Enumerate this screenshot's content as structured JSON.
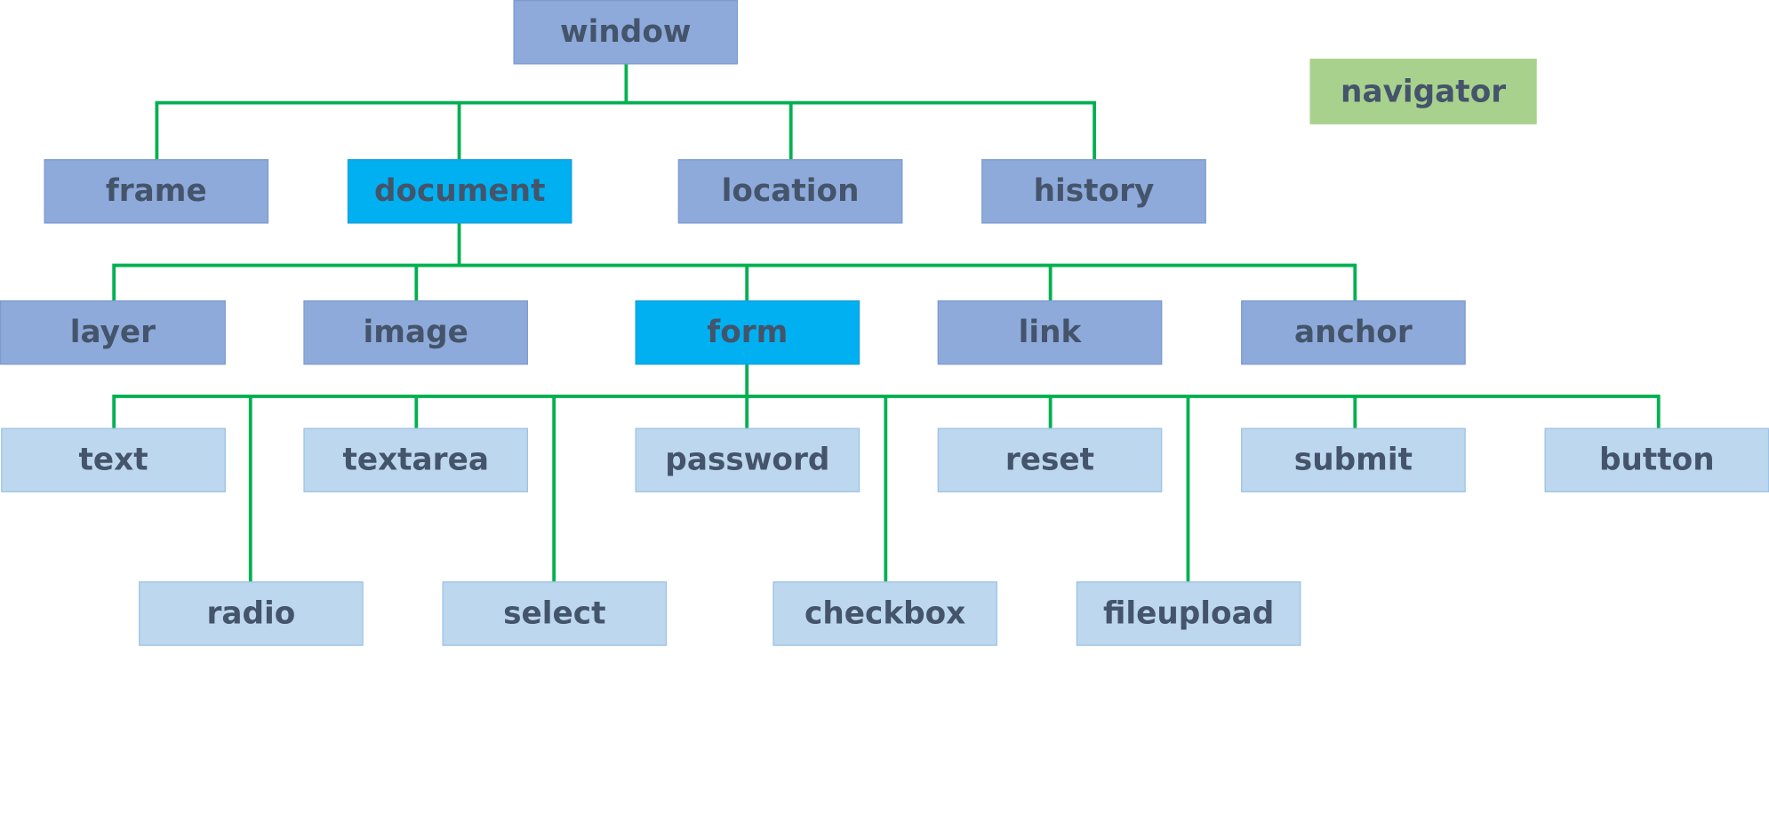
{
  "diagram": {
    "colors": {
      "connector": "#00b050",
      "node_default": "#8eaadb",
      "node_highlight": "#00b0f0",
      "node_leaf": "#bdd7ee",
      "node_standalone": "#a9d18e",
      "text": "#44546a"
    },
    "nodes": {
      "window": "window",
      "navigator": "navigator",
      "frame": "frame",
      "document": "document",
      "location": "location",
      "history": "history",
      "layer": "layer",
      "image": "image",
      "form": "form",
      "link": "link",
      "anchor": "anchor",
      "text": "text",
      "textarea": "textarea",
      "password": "password",
      "reset": "reset",
      "submit": "submit",
      "button": "button",
      "radio": "radio",
      "select": "select",
      "checkbox": "checkbox",
      "fileupload": "fileupload"
    },
    "edges": [
      [
        "window",
        "frame"
      ],
      [
        "window",
        "document"
      ],
      [
        "window",
        "location"
      ],
      [
        "window",
        "history"
      ],
      [
        "document",
        "layer"
      ],
      [
        "document",
        "image"
      ],
      [
        "document",
        "form"
      ],
      [
        "document",
        "link"
      ],
      [
        "document",
        "anchor"
      ],
      [
        "form",
        "text"
      ],
      [
        "form",
        "textarea"
      ],
      [
        "form",
        "password"
      ],
      [
        "form",
        "reset"
      ],
      [
        "form",
        "submit"
      ],
      [
        "form",
        "button"
      ],
      [
        "form",
        "radio"
      ],
      [
        "form",
        "select"
      ],
      [
        "form",
        "checkbox"
      ],
      [
        "form",
        "fileupload"
      ]
    ]
  }
}
